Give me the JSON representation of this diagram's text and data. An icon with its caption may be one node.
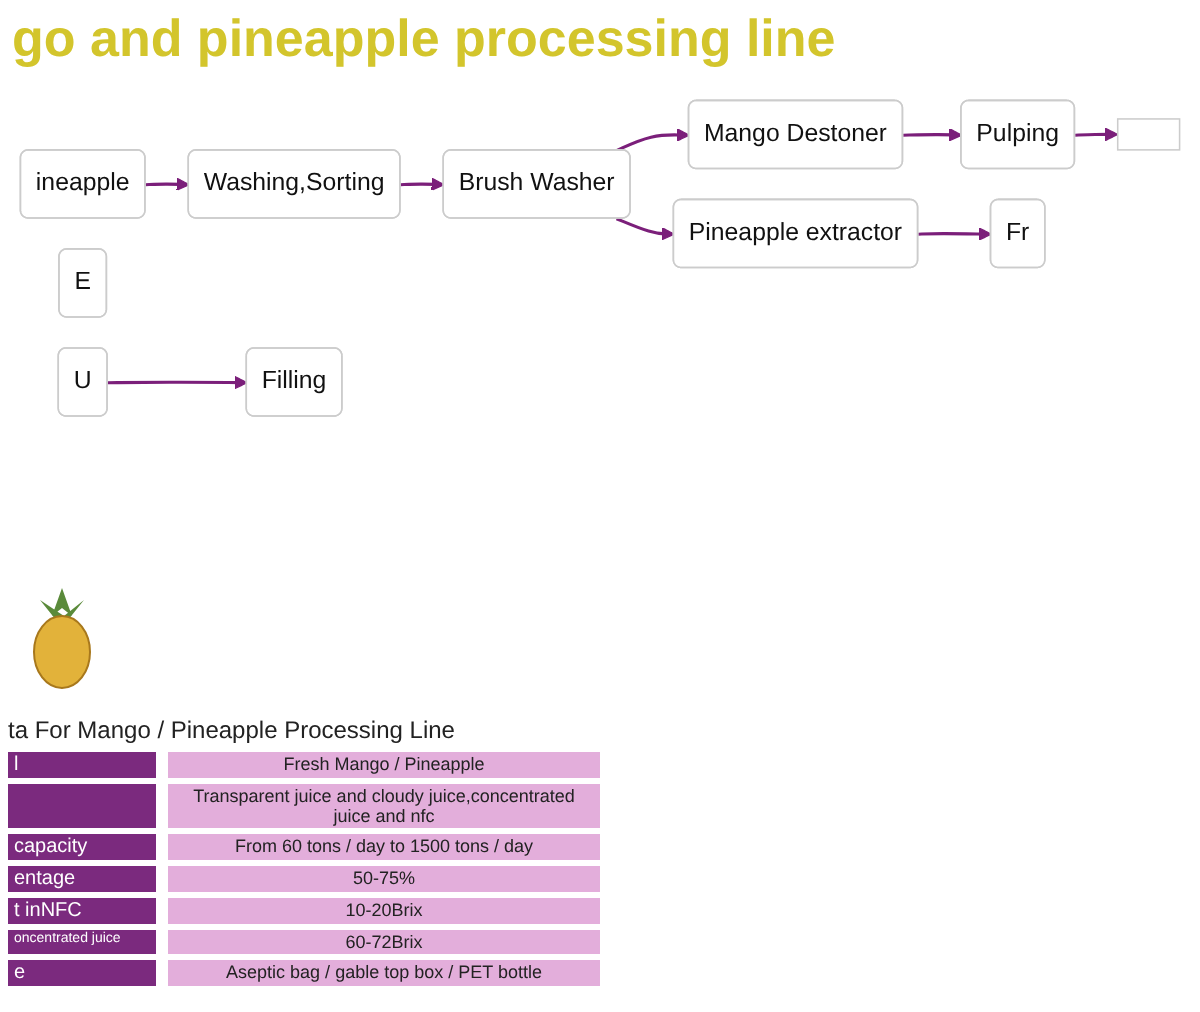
{
  "diagram": {
    "title": "go and pineapple processing line",
    "nodes": [
      {
        "text": [
          "ineapple"
        ]
      },
      {
        "text": [
          "Washing,Sorting"
        ]
      },
      {
        "text": [
          "Brush Washer"
        ]
      },
      {
        "text": [
          "Mango Destoner"
        ]
      },
      {
        "text": [
          "Pulping"
        ]
      },
      {
        "text": [],
        "shape": "box"
      },
      {
        "text": [
          "Pineapple extractor"
        ]
      },
      {
        "text": [
          "Fr"
        ]
      },
      {
        "text": [
          "E"
        ]
      },
      {
        "text": [
          "U"
        ]
      },
      {
        "text": [
          "Filling"
        ]
      }
    ],
    "edges": [
      {
        "from": 0,
        "to": 1,
        "arrow": "to"
      },
      {
        "from": 1,
        "to": 2,
        "arrow": "to"
      },
      {
        "from": 2,
        "to": 3,
        "arrow": "to"
      },
      {
        "from": 3,
        "to": 4,
        "arrow": "to"
      },
      {
        "from": 4,
        "to": 5,
        "arrow": "to"
      },
      {
        "from": 2,
        "to": 6,
        "arrow": "to"
      },
      {
        "from": 6,
        "to": 7,
        "arrow": "to"
      },
      {
        "from": 9,
        "to": 10,
        "arrow": "to"
      }
    ],
    "labels": [
      "ta For Mango / Pineapple Processing Line",
      "l",
      "Fresh Mango / Pineapple",
      "Transparent juice and cloudy juice,concentrated juice and nfc",
      "capacity",
      "From 60 tons / day to 1500 tons / day",
      "entage",
      "50-75%",
      "t inNFC",
      "10-20Brix",
      "oncentrated juice",
      "60-72Brix",
      "e",
      "Aseptic bag / gable top box / PET bottle"
    ]
  }
}
